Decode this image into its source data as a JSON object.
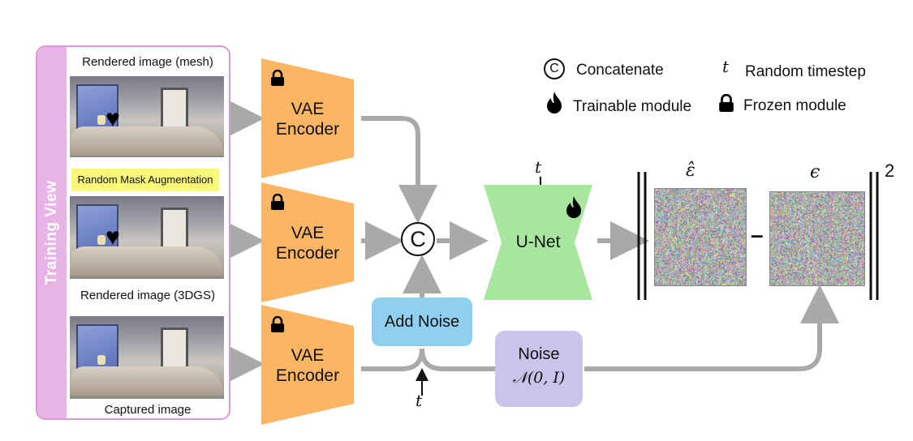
{
  "training_panel": {
    "title": "Training View",
    "caption_mesh": "Rendered image (mesh)",
    "caption_3dgs": "Rendered image (3DGS)",
    "caption_captured": "Captured image",
    "mask_label": "Random Mask Augmentation"
  },
  "encoders": [
    {
      "label_line1": "VAE",
      "label_line2": "Encoder"
    },
    {
      "label_line1": "VAE",
      "label_line2": "Encoder"
    },
    {
      "label_line1": "VAE",
      "label_line2": "Encoder"
    }
  ],
  "concat_symbol": "C",
  "add_noise_label": "Add Noise",
  "noise_label": "Noise",
  "noise_dist": "𝒩(0, I)",
  "unet_label": "U-Net",
  "timestep_symbol": "t",
  "loss": {
    "pred_symbol": "ε̂",
    "target_symbol": "ϵ",
    "minus": "–",
    "exponent": "2"
  },
  "legend": {
    "concatenate": "Concatenate",
    "concat_symbol": "C",
    "timestep_symbol": "t",
    "random_timestep": "Random timestep",
    "trainable": "Trainable module",
    "frozen": "Frozen module"
  },
  "colors": {
    "encoder": "#fbb563",
    "unet": "#a8e6a0",
    "add_noise": "#8fd0f0",
    "noise": "#cbc3ea",
    "panel": "#e8b4e8",
    "mask_label": "#faf878",
    "arrow": "#a9a9a9",
    "mask_line": "#e02020"
  },
  "icons": [
    "lock-icon",
    "flame-icon",
    "heart-mask-icon",
    "moon-mask-icon"
  ]
}
